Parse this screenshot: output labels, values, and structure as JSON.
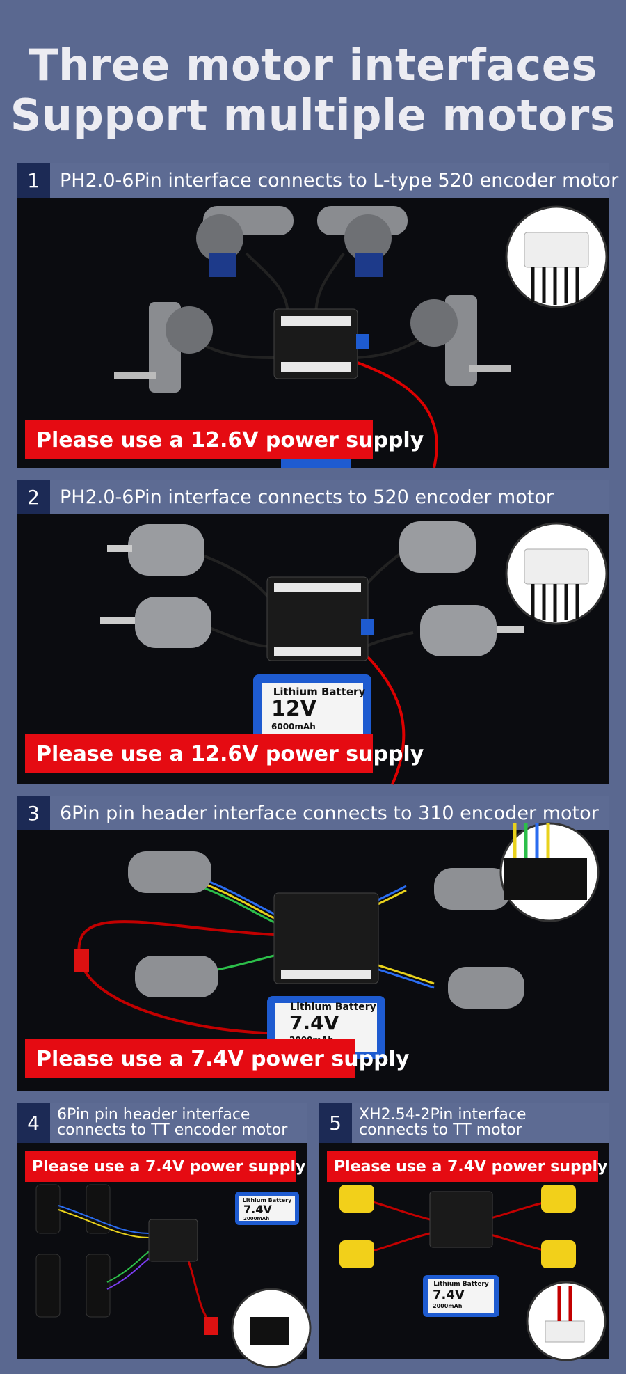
{
  "title": {
    "line1": "Three motor interfaces",
    "line2": "Support multiple motors"
  },
  "panels": [
    {
      "num": "1",
      "heading": "PH2.0-6Pin interface connects to L-type 520 encoder motor",
      "warning": "Please use a 12.6V power supply"
    },
    {
      "num": "2",
      "heading": "PH2.0-6Pin interface connects to 520 encoder motor",
      "warning": "Please use a 12.6V power supply",
      "battery": {
        "label": "Lithium Battery",
        "voltage": "12V",
        "capacity": "6000mAh"
      }
    },
    {
      "num": "3",
      "heading": "6Pin pin header interface connects to 310 encoder motor",
      "warning": "Please use a 7.4V power supply",
      "battery": {
        "label": "Lithium Battery",
        "voltage": "7.4V",
        "capacity": "2000mAh"
      }
    },
    {
      "num": "4",
      "heading_line1": "6Pin pin header interface",
      "heading_line2": "connects to TT encoder motor",
      "warning": "Please use a 7.4V power supply",
      "battery": {
        "label": "Lithium Battery",
        "voltage": "7.4V",
        "capacity": "2000mAh"
      }
    },
    {
      "num": "5",
      "heading_line1": "XH2.54-2Pin interface",
      "heading_line2": "connects to TT motor",
      "warning": "Please use a 7.4V power supply",
      "battery": {
        "label": "Lithium Battery",
        "voltage": "7.4V",
        "capacity": "2000mAh"
      }
    }
  ],
  "colors": {
    "background": "#5a6890",
    "header_num": "#1c2a55",
    "warning_red": "#e50b12"
  }
}
